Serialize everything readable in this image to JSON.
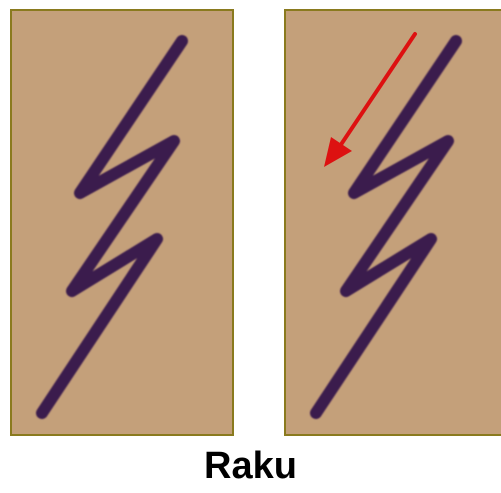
{
  "caption": "Raku",
  "colors": {
    "panel_fill": "#c4a07a",
    "panel_border": "#8a7a1e",
    "stroke_ink": "#3b1a4e",
    "arrow": "#dd1111",
    "caption_text": "#000000"
  },
  "panels": [
    {
      "name": "glyph-panel-plain",
      "shows_arrow": false
    },
    {
      "name": "glyph-panel-with-arrow",
      "shows_arrow": true
    }
  ]
}
